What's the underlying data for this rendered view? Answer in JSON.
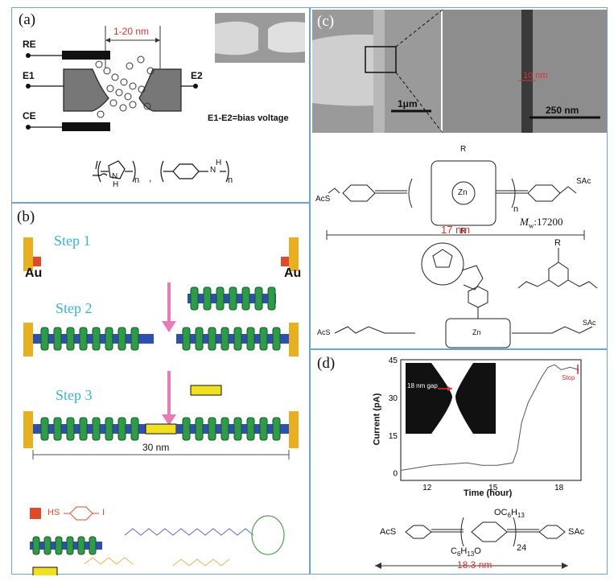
{
  "panel_a": {
    "label": "(a)",
    "gap_label": "1-20 nm",
    "electrodes": [
      "RE",
      "E1",
      "CE",
      "E2"
    ],
    "bias_note": "E1-E2=bias voltage",
    "polymer_n": [
      "n",
      "n"
    ],
    "polymer_h": [
      "H",
      "H"
    ],
    "polymer_n_atom": [
      "N",
      "N"
    ],
    "comma": ","
  },
  "panel_b": {
    "label": "(b)",
    "steps": [
      "Step 1",
      "Step 2",
      "Step 3"
    ],
    "gold": [
      "Au",
      "Au"
    ],
    "scale": "30 nm",
    "linker_group": "HS",
    "linker_end": "I"
  },
  "panel_c": {
    "label": "(c)",
    "scale_left": "1μm",
    "gap": "10 nm",
    "scale_right": "250 nm",
    "mw": "M",
    "mw_sub": "w",
    "mw_value": ":17200",
    "length": "17 nm",
    "ac_left": "AcS",
    "ac_right": "SAc",
    "zn": "Zn",
    "r": "R",
    "n": "n",
    "fullerene_r": "R"
  },
  "panel_d": {
    "label": "(d)",
    "inset_gap": "18 nm gap",
    "stop": "Stop",
    "chart_data": {
      "type": "line",
      "xlabel": "Time (hour)",
      "ylabel": "Current (pA)",
      "xlim": [
        10.8,
        19
      ],
      "ylim": [
        -3,
        45
      ],
      "xticks": [
        12,
        15,
        18
      ],
      "yticks": [
        0,
        15,
        30,
        45
      ],
      "series": [
        {
          "x": [
            10.8,
            11.5,
            12.2,
            13.0,
            13.8,
            14.5,
            15.2,
            15.9,
            16.1,
            16.3,
            16.6,
            16.9,
            17.2,
            17.5,
            17.8,
            18.1,
            18.5,
            18.9
          ],
          "values": [
            1,
            2,
            3,
            3.5,
            4,
            3,
            3,
            4,
            9,
            20,
            28,
            33,
            38,
            42,
            43,
            41,
            42,
            41
          ]
        }
      ]
    },
    "length": "18.3 nm",
    "ac_left": "AcS",
    "ac_right": "SAc",
    "oc_top": "OC",
    "oc_top_sub": "6",
    "oc_top_h": "H",
    "oc_top_sub2": "13",
    "oc_bot": "C",
    "oc_bot_sub": "6",
    "oc_bot_h": "H",
    "oc_bot_sub2": "13",
    "oc_bot_o": "O",
    "repeat": "24"
  }
}
